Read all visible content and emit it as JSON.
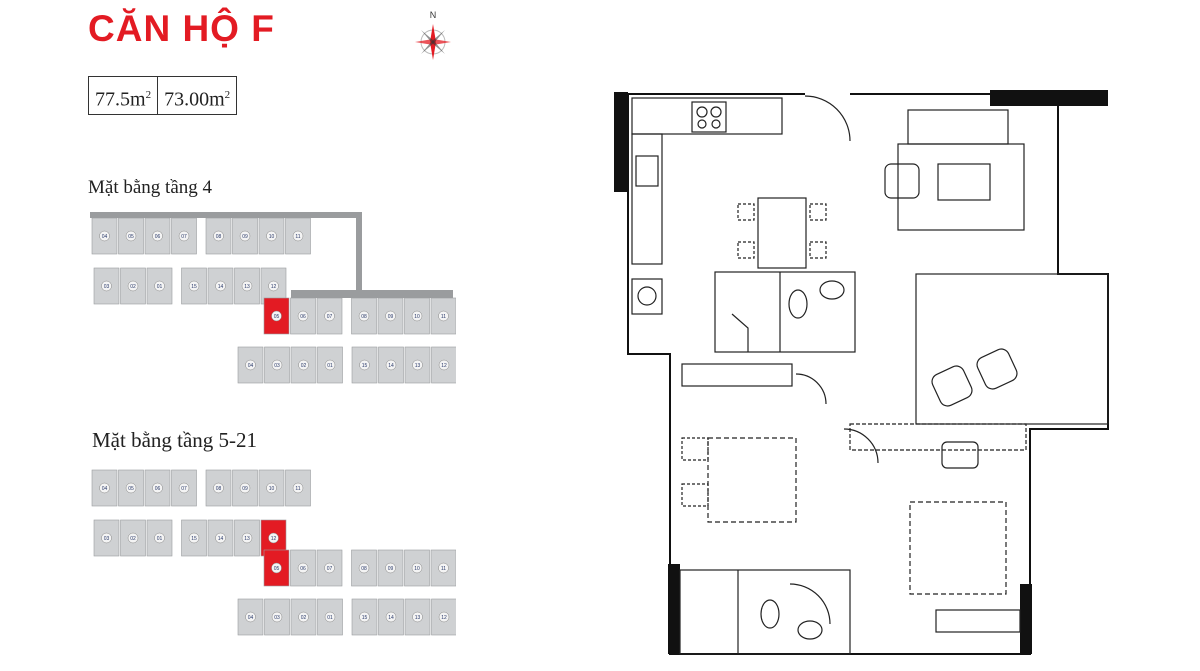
{
  "title": "CĂN HỘ F",
  "compass": {
    "north_label": "N",
    "icon": "compass-rose-icon"
  },
  "area": {
    "built_up": {
      "value": "77.5m",
      "sup": "2"
    },
    "carpet": {
      "value": "73.00m",
      "sup": "2"
    }
  },
  "floors": [
    {
      "label": "Mặt bằng tầng 4",
      "top_row": [
        "04",
        "05",
        "06",
        "07",
        "08",
        "09",
        "10",
        "11"
      ],
      "second_row": [
        "03",
        "02",
        "01",
        "15",
        "14",
        "13",
        "12"
      ],
      "third_row": [
        "05",
        "06",
        "07",
        "08",
        "09",
        "10",
        "11"
      ],
      "bottom_row": [
        "04",
        "03",
        "02",
        "01",
        "15",
        "14",
        "13",
        "12"
      ],
      "highlight": [
        "05"
      ]
    },
    {
      "label": "Mặt bằng tầng 5-21",
      "top_row": [
        "04",
        "05",
        "06",
        "07",
        "08",
        "09",
        "10",
        "11"
      ],
      "second_row": [
        "03",
        "02",
        "01",
        "15",
        "14",
        "13",
        "12"
      ],
      "third_row": [
        "05",
        "06",
        "07",
        "08",
        "09",
        "10",
        "11"
      ],
      "bottom_row": [
        "04",
        "03",
        "02",
        "01",
        "15",
        "14",
        "13",
        "12"
      ],
      "highlight": [
        "12",
        "05"
      ]
    }
  ],
  "colors": {
    "accent": "#e31b23",
    "unit_fill": "#cfd1d3",
    "core_fill": "#9a9c9e",
    "wall": "#111111"
  }
}
